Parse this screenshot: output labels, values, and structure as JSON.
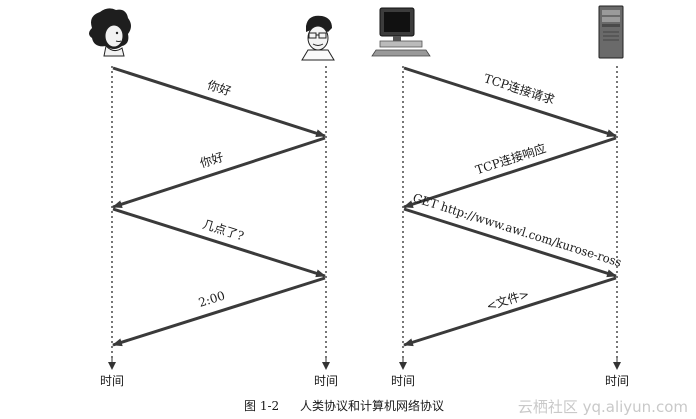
{
  "figure": {
    "caption_number": "图 1-2",
    "caption_text": "人类协议和计算机网络协议"
  },
  "time_label": "时间",
  "human_protocol": {
    "messages": [
      "你好",
      "你好",
      "几点了?",
      "2:00"
    ]
  },
  "network_protocol": {
    "messages": [
      "TCP连接请求",
      "TCP连接响应",
      "GET http://www.awl.com/kurose-ross",
      "<文件>"
    ]
  },
  "watermark": "云栖社区 yq.aliyun.com",
  "colors": {
    "arrow": "#3a3a3a",
    "lifeline": "#555555",
    "watermark": "#c9c9c9"
  },
  "icons": [
    "woman-person-icon",
    "man-with-glasses-icon",
    "desktop-computer-icon",
    "server-tower-icon"
  ]
}
